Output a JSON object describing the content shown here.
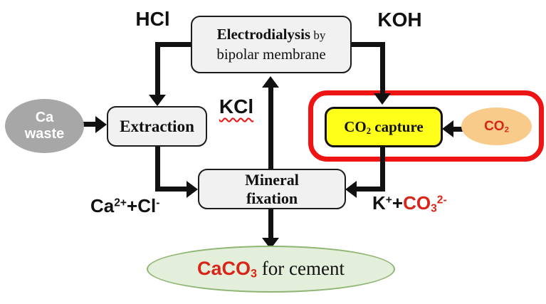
{
  "colors": {
    "box_fill": "#f1f1f1",
    "box_border": "#1c1c1c",
    "yellow": "#ffff1a",
    "orange": "#f9cb8b",
    "gray": "#a7a7a7",
    "green_fill": "#e3efda",
    "green_border": "#8fb573",
    "red_frame": "#ee1414",
    "red_text": "#d82518"
  },
  "labels": {
    "hcl": "HCl",
    "koh": "KOH",
    "kcl": "KCl"
  },
  "nodes": {
    "ca_waste": {
      "line1": "Ca",
      "line2": "waste"
    },
    "electrodialysis": {
      "bold": "Electrodialysis",
      "by": " by",
      "line2": "bipolar membrane"
    },
    "extraction": {
      "label": "Extraction"
    },
    "mineral_fixation": {
      "line1": "Mineral",
      "line2": "fixation"
    },
    "co2_capture": {
      "formula": "CO",
      "sub": "2",
      "rest": " capture"
    },
    "co2_source": {
      "formula": "CO",
      "sub": "2"
    },
    "caco3": {
      "formula": "CaCO",
      "sub": "3",
      "rest": " for cement"
    }
  },
  "ion_labels": {
    "left": {
      "p1": "Ca",
      "sup1": "2+",
      "p2": "+Cl",
      "sup2": "-"
    },
    "right": {
      "k": "K",
      "k_sup": "+",
      "plus": "+",
      "co": "CO",
      "co_sub": "3",
      "co_sup": "2-"
    }
  }
}
